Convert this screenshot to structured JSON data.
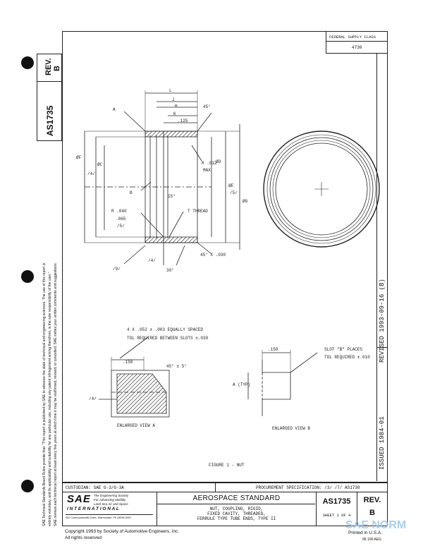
{
  "left_tab": {
    "doc_number": "AS1735",
    "rev_label": "REV.",
    "rev_value": "B"
  },
  "side_note": {
    "line1": "SAE Technical Standards Board Rules provide that: \"This report is published by SAE to advance the state of technical and engineering sciences. The use of this report is",
    "line2": "entirely voluntary, and its applicability and suitability for any particular use, including any patent infringement arising therefrom, is the sole responsibility of the user.\"",
    "line3": "SAE reviews each technical report at least every five years at which time it may be reaffirmed, revised, or cancelled. SAE invites your written comments and suggestions."
  },
  "fsc": {
    "label": "FEDERAL SUPPLY CLASS",
    "value": "4730"
  },
  "revision_strip": {
    "revised": "REVISED  1993-09-16  (B)",
    "issued": "ISSUED  1984-01"
  },
  "figure": {
    "dims": {
      "L": "L",
      "J": "J",
      "H": "H",
      "K": "K",
      "d125": ".125",
      "ang45": "45°",
      "A": "A",
      "phiF": "ØF",
      "phiC": "ØC",
      "d14a": "/4/",
      "R012": "R .012",
      "MAX": "MAX",
      "phiD": "ØD",
      "phiE": "ØE",
      "d5a": "/5/",
      "phiG": "ØG",
      "B": "B",
      "ang15": "15°",
      "R040": "R .040",
      "d065": ".065",
      "d5b": "/5/",
      "T_THREAD": "T THREAD",
      "chamfer": "45° X .030",
      "d9": "/9/",
      "d14b": "/4/",
      "ang30": "30°"
    },
    "view_a": {
      "note1": "4 X .052 ± .003 EQUALLY SPACED",
      "note2": "TOL REQUIRED BETWEEN SLOTS ±.030",
      "d150": ".150",
      "ang": "45° ± 5°",
      "d14": "/4/",
      "caption": "ENLARGED VIEW A"
    },
    "view_b": {
      "d150": ".150",
      "note1": "SLOT \"B\" PLACES",
      "note2": "TOL REQUIRED ±.010",
      "a_typ": "A (TYP)",
      "caption": "ENLARGED VIEW B"
    },
    "caption": "FIGURE 1 - NUT"
  },
  "title_block": {
    "custodian": "CUSTODIAN:  SAE G-3/G-3A",
    "procurement": "PROCUREMENT SPECIFICATION:  /3/ /7/  AS1730",
    "sae_logo": "SAE",
    "sae_tag1": "The Engineering Society",
    "sae_tag2": "For Advancing Mobility",
    "sae_tag3": "Land Sea Air and Space",
    "international": "I N T E R N A T I O N A L",
    "address": "400 Commonwealth Drive, Warrendale, PA 15096-0001",
    "heading": "AEROSPACE STANDARD",
    "desc1": "NUT, COUPLING, RIGID,",
    "desc2": "FIXED CAVITY, THREADED,",
    "desc3": "FERRULE TYPE TUBE ENDS, TYPE II",
    "doc_number": "AS1735",
    "sheet": "SHEET 1 OF 4",
    "rev_label": "REV.",
    "rev_value": "B"
  },
  "footer": {
    "copyright": "Copyright 1993   by Society of Automotive Engineers, Inc.",
    "rights": "All rights reserved",
    "printed": "Printed in U.S.A.",
    "code": "96 106 AEG",
    "watermark": "SAE NORM"
  }
}
